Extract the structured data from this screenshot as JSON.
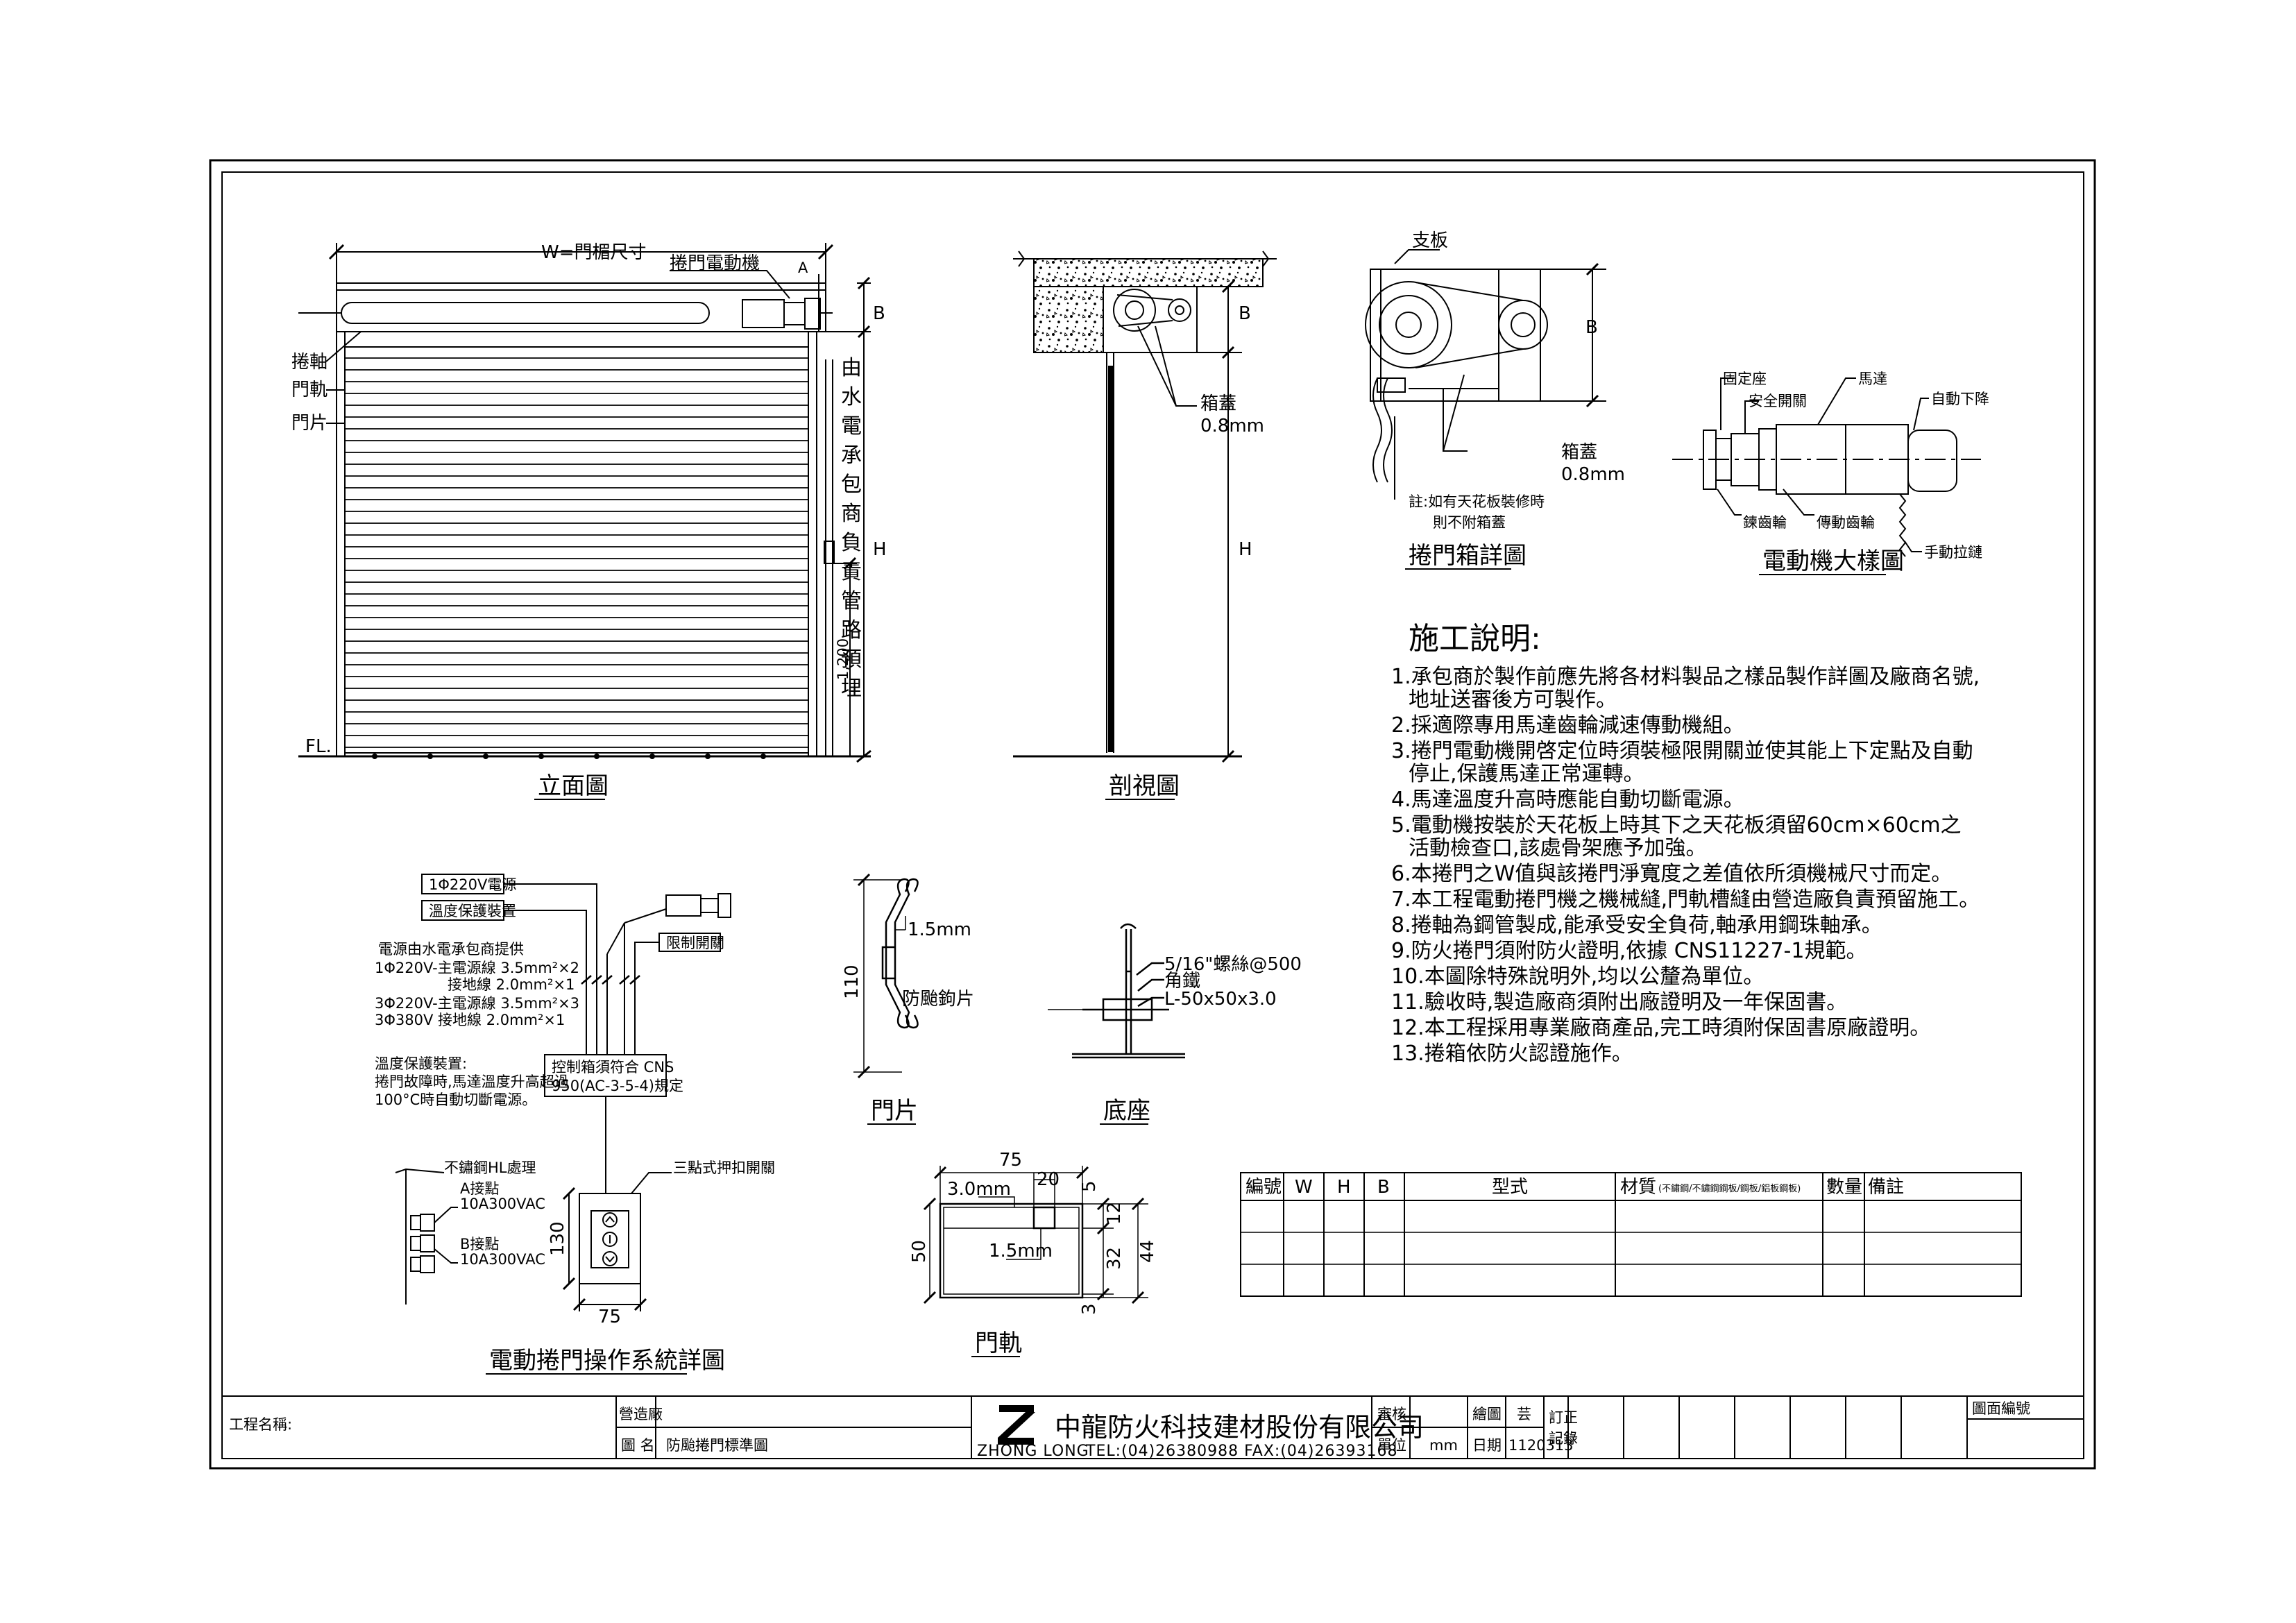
{
  "elevation": {
    "title": "立面圖",
    "width_label": "W=門楣尺寸",
    "motor_label": "捲門電動機",
    "mark_a": "A",
    "mark_b": "B",
    "mark_h": "H",
    "height_1200": "1,200",
    "fl": "FL.",
    "axle_label": "捲軸",
    "rail_label": "門軌",
    "slat_label": "門片",
    "vertical_note": [
      "由",
      "水",
      "電",
      "承",
      "包",
      "商",
      "負",
      "責",
      "管",
      "路",
      "預",
      "埋"
    ]
  },
  "section": {
    "title": "剖視圖",
    "mark_b": "B",
    "mark_h": "H",
    "box_label": "箱蓋",
    "box_thickness": "0.8mm"
  },
  "box_detail": {
    "title": "捲門箱詳圖",
    "plate_label": "支板",
    "mark_b": "B",
    "box_label": "箱蓋",
    "box_thickness": "0.8mm",
    "note_line1": "註:如有天花板裝修時",
    "note_line2": "則不附箱蓋"
  },
  "motor_detail": {
    "title": "電動機大樣圖",
    "fixed_seat": "固定座",
    "safety_switch": "安全開關",
    "motor": "馬達",
    "auto_down": "自動下降",
    "chain_wheel": "鍊齒輪",
    "drive_gear": "傳動齒輪",
    "hand_chain": "手動拉鏈"
  },
  "notes": {
    "heading": "施工說明:",
    "lines": [
      "1.承包商於製作前應先將各材料製品之樣品製作詳圖及廠商名號,",
      "地址送審後方可製作。",
      "2.採適際專用馬達齒輪減速傳動機組。",
      "3.捲門電動機開啓定位時須裝極限開關並使其能上下定點及自動",
      "停止,保護馬達正常運轉。",
      "4.馬達溫度升高時應能自動切斷電源。",
      "5.電動機按裝於天花板上時其下之天花板須留60cm×60cm之",
      "活動檢查口,該處骨架應予加強。",
      "6.本捲門之W值與該捲門淨寬度之差值依所須機械尺寸而定。",
      "7.本工程電動捲門機之機械縫,門軌槽縫由營造廠負責預留施工。",
      "8.捲軸為鋼管製成,能承受安全負荷,軸承用鋼珠軸承。",
      "9.防火捲門須附防火證明,依據 CNS11227-1規範。",
      "10.本圖除特殊說明外,均以公釐為單位。",
      "11.驗收時,製造廠商須附出廠證明及一年保固書。",
      "12.本工程採用專業廠商產品,完工時須附保固書原廠證明。",
      "13.捲箱依防火認證施作。"
    ]
  },
  "control": {
    "title": "電動捲門操作系統詳圖",
    "power_box": "1Φ220V電源",
    "temp_box": "溫度保護裝置",
    "limit_box": "限制開關",
    "power_supply_heading": "電源由水電承包商提供",
    "wiring": [
      "1Φ220V-主電源線 3.5mm²×2",
      "接地線 2.0mm²×1",
      "3Φ220V-主電源線 3.5mm²×3",
      "3Φ380V    接地線 2.0mm²×1"
    ],
    "temp_note": [
      "溫度保護裝置:",
      "捲門故障時,馬達溫度升高超過",
      "100°C時自動切斷電源。"
    ],
    "controller_line1": "控制箱須符合 CNS",
    "controller_line2": "950(AC-3-5-4)規定",
    "switch_label": "三點式押扣開關",
    "plate_label": "不鏽鋼HL處理",
    "contact_a": "A接點",
    "contact_a_rating": "10A300VAC",
    "contact_b": "B接點",
    "contact_b_rating": "10A300VAC",
    "dim_130": "130",
    "dim_75": "75"
  },
  "slat": {
    "title": "門片",
    "thickness": "1.5mm",
    "height": "110",
    "hook_label": "防颱鉤片"
  },
  "base": {
    "title": "底座",
    "bolt": "5/16\"螺絲@500",
    "angle_label": "角鐵",
    "angle_size": "L-50x50x3.0"
  },
  "rail": {
    "title": "門軌",
    "dims": {
      "top": "75",
      "d20": "20",
      "d5": "5",
      "d12": "12",
      "d3": "3.0mm",
      "d15": "1.5mm",
      "d50": "50",
      "d32": "32",
      "d44": "44",
      "d3b": "3"
    }
  },
  "schedule": {
    "headers": [
      "編號",
      "W",
      "H",
      "B",
      "型式",
      "材質",
      "數量",
      "備註"
    ],
    "material_sub": "(不鏽鋼/不鏽鋼鋼板/鋼板/鋁板鋼板)",
    "empty_rows": 3
  },
  "title_block": {
    "project_label": "工程名稱:",
    "contractor_label": "營造廠",
    "drawing_name_label": "圖 名",
    "drawing_name": "防颱捲門標準圖",
    "logo_letter": "Z",
    "company_name": "中龍防火科技建材股份有限公司",
    "company_en": "ZHONG LONG",
    "contact": "TEL:(04)26380988  FAX:(04)26393168",
    "review_label": "審核",
    "draw_label": "繪圖",
    "draw_value": "芸",
    "unit_label": "單位",
    "unit_value": "mm",
    "date_label": "日期",
    "date_value": "1120313",
    "revision_label_1": "訂正",
    "revision_label_2": "記錄",
    "drawing_no_label": "圖面編號"
  }
}
